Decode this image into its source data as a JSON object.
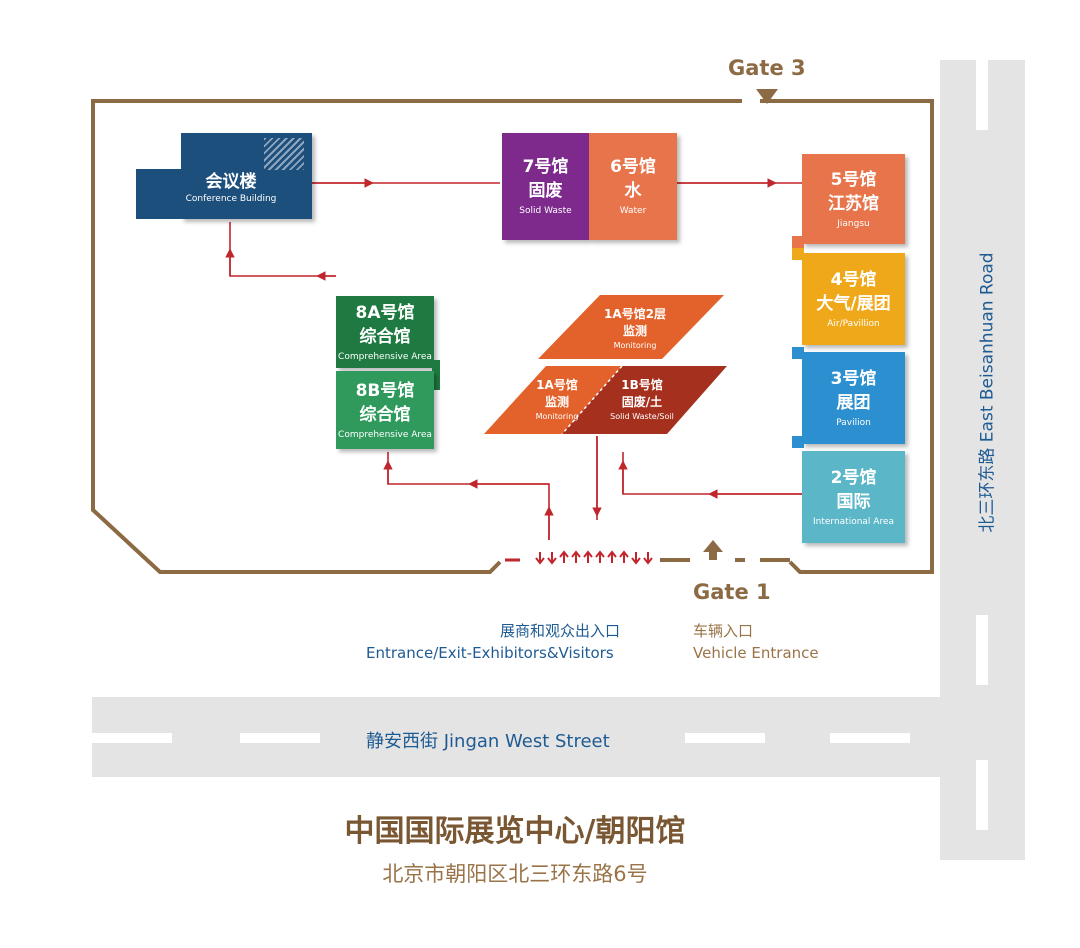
{
  "gates": {
    "gate3": "Gate 3",
    "gate1": "Gate 1"
  },
  "halls": {
    "conference": {
      "cn": "会议楼",
      "en": "Conference Building",
      "color": "#1d4f7d"
    },
    "h7": {
      "l1": "7号馆",
      "l2": "固废",
      "en": "Solid Waste",
      "color": "#7d2a8c"
    },
    "h6": {
      "l1": "6号馆",
      "l2": "水",
      "en": "Water",
      "color": "#e8744b"
    },
    "h5": {
      "l1": "5号馆",
      "l2": "江苏馆",
      "en": "Jiangsu",
      "color": "#e8744b"
    },
    "h4": {
      "l1": "4号馆",
      "l2": "大气/展团",
      "en": "Air/Pavillion",
      "color": "#f0a81b"
    },
    "h3": {
      "l1": "3号馆",
      "l2": "展团",
      "en": "Pavilion",
      "color": "#2c8fcf"
    },
    "h2": {
      "l1": "2号馆",
      "l2": "国际",
      "en": "International Area",
      "color": "#5bb6c8"
    },
    "h8a": {
      "l1": "8A号馆",
      "l2": "综合馆",
      "en": "Comprehensive Area",
      "color": "#1e7a40"
    },
    "h8b": {
      "l1": "8B号馆",
      "l2": "综合馆",
      "en": "Comprehensive Area",
      "color": "#2f9a5c"
    },
    "h1a2": {
      "l1": "1A号馆2层",
      "l2": "监测",
      "en": "Monitoring",
      "color": "#e3612a"
    },
    "h1a": {
      "l1": "1A号馆",
      "l2": "监测",
      "en": "Monitoring",
      "color": "#e3612a"
    },
    "h1b": {
      "l1": "1B号馆",
      "l2": "固废/土",
      "en": "Solid Waste/Soil",
      "color": "#a5301e"
    }
  },
  "entrances": {
    "visitors_cn": "展商和观众出入口",
    "visitors_en": "Entrance/Exit-Exhibitors&Visitors",
    "vehicle_cn": "车辆入口",
    "vehicle_en": "Vehicle Entrance"
  },
  "roads": {
    "south": "静安西街 Jingan West Street",
    "east": "北三环东路 East Beisanhuan Road"
  },
  "title": {
    "main": "中国国际展览中心/朝阳馆",
    "address": "北京市朝阳区北三环东路6号"
  },
  "colors": {
    "boundary": "#8b6a44",
    "route": "#c0272d",
    "text_blue": "#1f5b93",
    "text_brown": "#9a7448"
  }
}
